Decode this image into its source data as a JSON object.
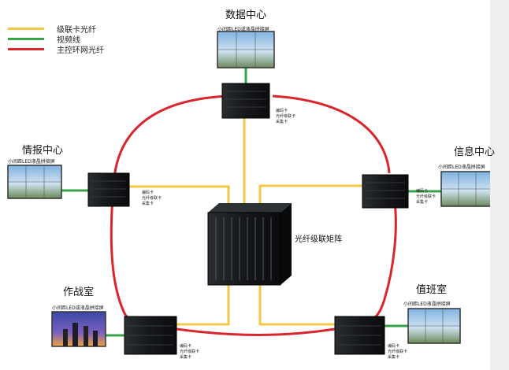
{
  "legend": [
    {
      "label": "级联卡光纤",
      "color": "#f2c744"
    },
    {
      "label": "视频线",
      "color": "#3aa34a"
    },
    {
      "label": "主控环网光纤",
      "color": "#d8262c"
    }
  ],
  "colors": {
    "ring": "#d8262c",
    "cascade": "#f2c744",
    "video": "#3aa34a",
    "device": "#1a1c1f"
  },
  "nodes": {
    "data_center": {
      "title": "数据中心",
      "screen_caption": "小间距LED或液晶拼接屏",
      "cards": [
        "编码卡",
        "光纤级联卡",
        "采集卡"
      ]
    },
    "intel_center": {
      "title": "情报中心",
      "screen_caption": "小间距LED液晶拼接屏",
      "cards": [
        "编码卡",
        "光纤级联卡",
        "采集卡"
      ]
    },
    "info_center": {
      "title": "信息中心",
      "screen_caption": "小间距LED液晶拼接屏",
      "cards": [
        "编码卡",
        "光纤级联卡",
        "采集卡"
      ]
    },
    "war_room": {
      "title": "作战室",
      "screen_caption": "小间距LED或液晶拼接屏",
      "cards": [
        "编码卡",
        "光纤级联卡",
        "采集卡"
      ]
    },
    "duty_room": {
      "title": "值班室",
      "screen_caption": "小间距LED液晶拼接屏",
      "cards": [
        "编码卡",
        "光纤级联卡",
        "采集卡"
      ]
    }
  },
  "matrix": {
    "label": "光纤级联矩阵"
  }
}
